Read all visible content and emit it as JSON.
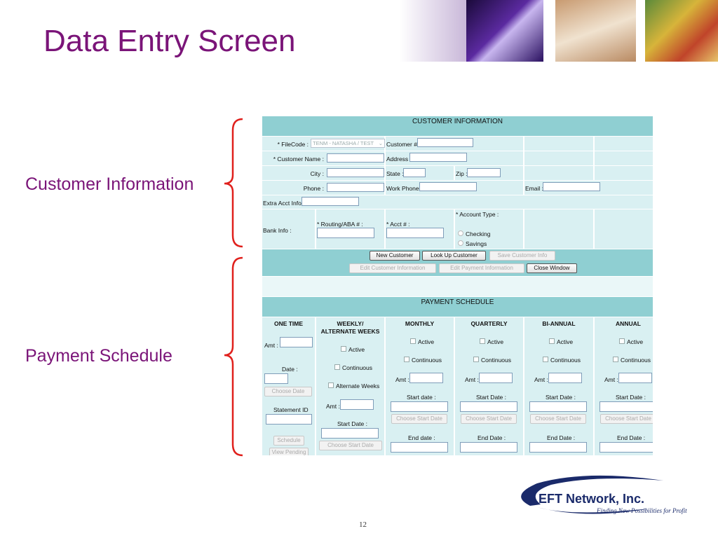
{
  "slide": {
    "title": "Data Entry Screen",
    "page_number": "12",
    "label_customer": "Customer Information",
    "label_payment": "Payment Schedule",
    "accent_color": "#7a1478",
    "brace_color": "#e0201c"
  },
  "logo": {
    "name": "EFT Network, Inc.",
    "tagline": "Finding New Possibilities for Profit"
  },
  "customer": {
    "header": "CUSTOMER INFORMATION",
    "filecode_label": "* FileCode :",
    "filecode_value": "TENM - NATASHA / TEST",
    "customer_num_label": "Customer # :",
    "customer_name_label": "* Customer Name :",
    "address_label": "Address :",
    "city_label": "City :",
    "state_label": "State :",
    "zip_label": "Zip :",
    "phone_label": "Phone :",
    "work_phone_label": "Work Phone :",
    "email_label": "Email :",
    "extra_acct_label": "Extra Acct Info :",
    "bank_info_label": "Bank Info :",
    "routing_label": "* Routing/ABA # :",
    "acct_label": "* Acct # :",
    "account_type_label": "* Account Type :",
    "checking_label": "Checking",
    "savings_label": "Savings"
  },
  "buttons": {
    "new_customer": "New Customer",
    "look_up": "Look Up Customer",
    "save_customer": "Save Customer Info",
    "edit_customer": "Edit Customer Information",
    "edit_payment": "Edit Payment Information",
    "close_window": "Close Window"
  },
  "payment": {
    "header": "PAYMENT SCHEDULE",
    "columns": {
      "one_time": "ONE TIME",
      "weekly_line1": "WEEKLY/",
      "weekly_line2": "ALTERNATE WEEKS",
      "monthly": "MONTHLY",
      "quarterly": "QUARTERLY",
      "biannual": "BI-ANNUAL",
      "annual": "ANNUAL"
    },
    "amt": "Amt :",
    "date": "Date :",
    "choose_date": "Choose Date",
    "statement_id": "Statement ID",
    "schedule": "Schedule",
    "view_pending": "View Pending",
    "active": "Active",
    "continuous": "Continuous",
    "alternate_weeks": "Alternate Weeks",
    "start_date_lower": "Start date :",
    "start_date": "Start Date :",
    "choose_start_date": "Choose Start Date",
    "end_date_lower": "End date :",
    "end_date": "End Date :"
  }
}
